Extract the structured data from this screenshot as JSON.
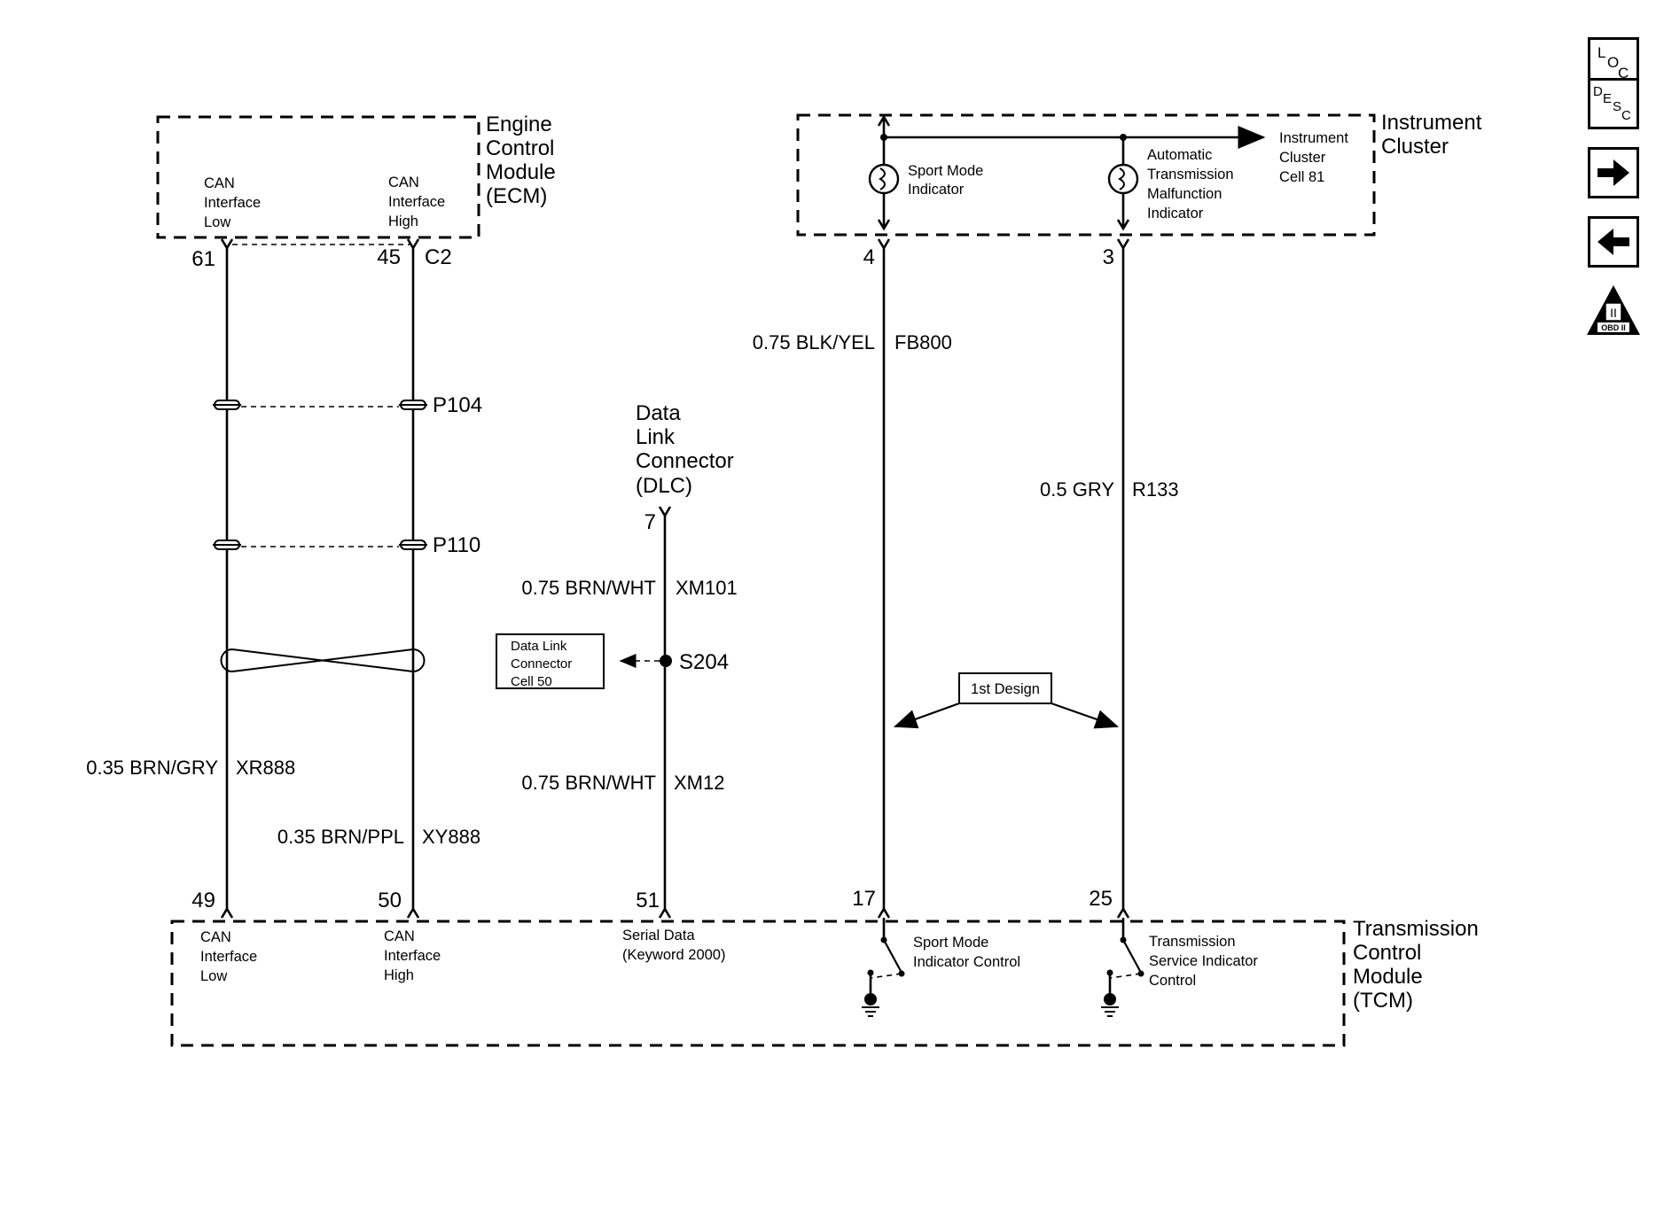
{
  "modules": {
    "ecm": {
      "title": [
        "Engine",
        "Control",
        "Module",
        "(ECM)"
      ],
      "pins": [
        {
          "label": [
            "CAN",
            "Interface",
            "Low"
          ],
          "number": "61"
        },
        {
          "label": [
            "CAN",
            "Interface",
            "High"
          ],
          "number": "45"
        }
      ],
      "connector": "C2"
    },
    "instrument_cluster": {
      "title": [
        "Instrument",
        "Cluster"
      ],
      "sport_mode_indicator": [
        "Sport Mode",
        "Indicator"
      ],
      "atm_indicator": [
        "Automatic",
        "Transmission",
        "Malfunction",
        "Indicator"
      ],
      "reference": [
        "Instrument",
        "Cluster",
        "Cell 81"
      ],
      "pins": [
        "4",
        "3"
      ]
    },
    "dlc": {
      "title": [
        "Data",
        "Link",
        "Connector",
        "(DLC)"
      ],
      "pin": "7",
      "reference": [
        "Data Link",
        "Connector",
        "Cell 50"
      ],
      "splice": "S204"
    },
    "tcm": {
      "title": [
        "Transmission",
        "Control",
        "Module",
        "(TCM)"
      ],
      "pins": [
        {
          "number": "49",
          "label": [
            "CAN",
            "Interface",
            "Low"
          ]
        },
        {
          "number": "50",
          "label": [
            "CAN",
            "Interface",
            "High"
          ]
        },
        {
          "number": "51",
          "label": [
            "Serial Data",
            "(Keyword 2000)"
          ]
        },
        {
          "number": "17",
          "label": [
            "Sport Mode",
            "Indicator Control"
          ]
        },
        {
          "number": "25",
          "label": [
            "Transmission",
            "Service Indicator",
            "Control"
          ]
        }
      ]
    }
  },
  "connectors": [
    "P104",
    "P110"
  ],
  "wires": {
    "can_low": {
      "gauge_color": "0.35 BRN/GRY",
      "circuit": "XR888"
    },
    "can_high": {
      "gauge_color": "0.35 BRN/PPL",
      "circuit": "XY888"
    },
    "dlc_upper": {
      "gauge_color": "0.75 BRN/WHT",
      "circuit": "XM101"
    },
    "dlc_lower": {
      "gauge_color": "0.75 BRN/WHT",
      "circuit": "XM12"
    },
    "sport_mode": {
      "gauge_color": "0.75 BLK/YEL",
      "circuit": "FB800"
    },
    "service": {
      "gauge_color": "0.5 GRY",
      "circuit": "R133"
    }
  },
  "design_note": "1st Design",
  "nav": {
    "loc": {
      "letters": [
        "L",
        "O",
        "C"
      ]
    },
    "desc": {
      "letters": [
        "D",
        "E",
        "S",
        "C"
      ]
    },
    "next": {
      "icon": "right-arrow-icon"
    },
    "prev": {
      "icon": "left-arrow-icon"
    },
    "obd": {
      "roman": "II",
      "text": "OBD II"
    }
  }
}
